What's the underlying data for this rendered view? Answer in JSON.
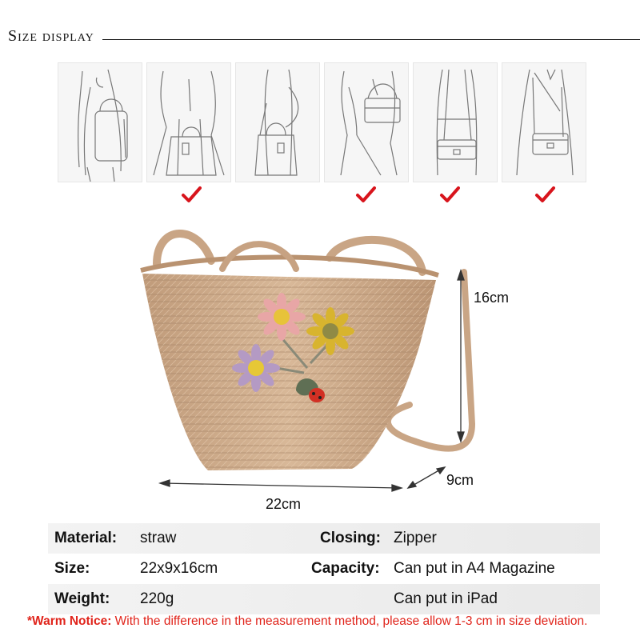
{
  "header": {
    "title": "Size display"
  },
  "carry_styles": [
    {
      "name": "backpack",
      "checked": false
    },
    {
      "name": "hand-carry",
      "checked": true
    },
    {
      "name": "elbow-carry",
      "checked": false
    },
    {
      "name": "shoulder-carry",
      "checked": true
    },
    {
      "name": "crossbody",
      "checked": true
    },
    {
      "name": "crossbody-long",
      "checked": true
    }
  ],
  "dimensions": {
    "height": "16cm",
    "depth": "9cm",
    "width": "22cm"
  },
  "specs": {
    "material_label": "Material:",
    "material_value": "straw",
    "closing_label": "Closing:",
    "closing_value": "Zipper",
    "size_label": "Size:",
    "size_value": "22x9x16cm",
    "capacity_label": "Capacity:",
    "capacity_value_1": "Can put in A4 Magazine",
    "weight_label": "Weight:",
    "weight_value": "220g",
    "capacity_value_2": "Can put in iPad"
  },
  "notice": {
    "label": "*Warm Notice:",
    "text": " With the difference in the measurement method, please allow 1-3 cm in size deviation."
  },
  "colors": {
    "accent": "#e0241b",
    "straw": "#cfae8c",
    "check": "#d8141c"
  }
}
